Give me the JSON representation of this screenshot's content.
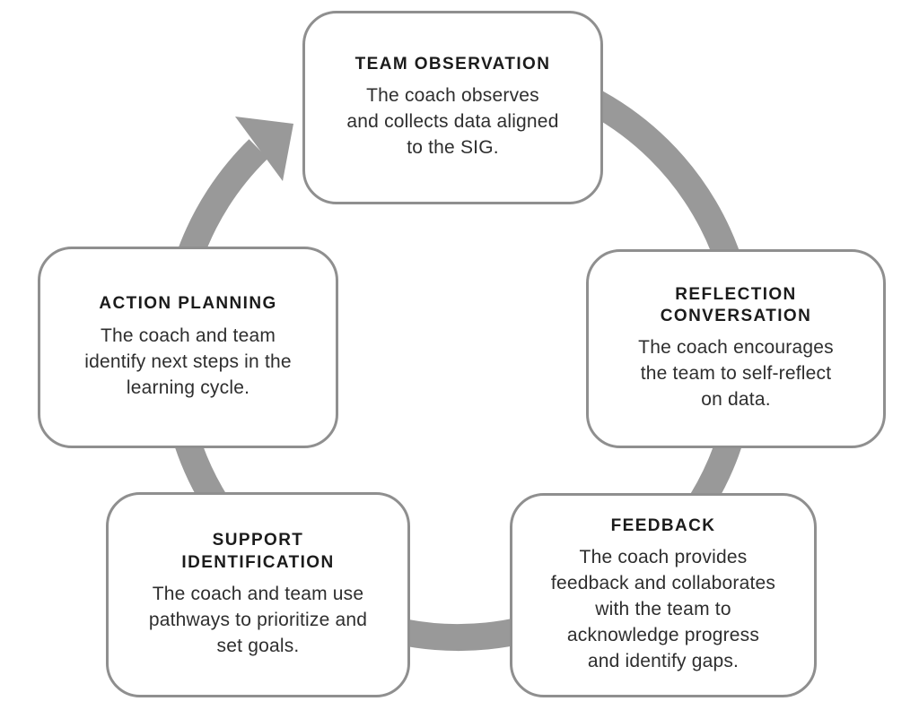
{
  "diagram": {
    "type": "cycle",
    "flow_direction": "clockwise",
    "colors": {
      "arc": "#999999",
      "node_border": "#8f8f8f",
      "node_background": "#ffffff",
      "title_text": "#1b1b1b",
      "body_text": "#2e2e2e",
      "page_background": "#ffffff"
    },
    "nodes": [
      {
        "id": "team-observation",
        "title": [
          "TEAM OBSERVATION"
        ],
        "body": [
          "The coach observes",
          "and collects data aligned",
          "to the SIG."
        ]
      },
      {
        "id": "reflection-conversation",
        "title": [
          "REFLECTION",
          "CONVERSATION"
        ],
        "body": [
          "The coach encourages",
          "the team to self-reflect",
          "on data."
        ]
      },
      {
        "id": "feedback",
        "title": [
          "FEEDBACK"
        ],
        "body": [
          "The coach provides",
          "feedback and collaborates",
          "with the team to",
          "acknowledge progress",
          "and identify gaps."
        ]
      },
      {
        "id": "support-identification",
        "title": [
          "SUPPORT",
          "IDENTIFICATION"
        ],
        "body": [
          "The coach and team use",
          "pathways to prioritize and",
          "set goals."
        ]
      },
      {
        "id": "action-planning",
        "title": [
          "ACTION PLANNING"
        ],
        "body": [
          "The coach and team",
          "identify next steps in the",
          "learning cycle."
        ]
      }
    ]
  }
}
